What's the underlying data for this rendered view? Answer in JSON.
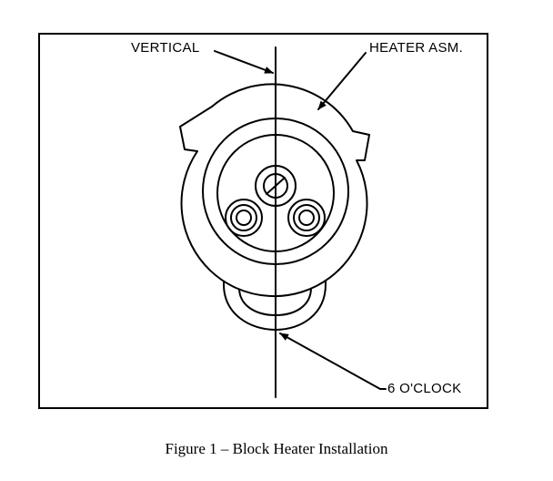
{
  "figure": {
    "labels": {
      "vertical": "VERTICAL",
      "heater_asm": "HEATER ASM.",
      "six_oclock": "6 O'CLOCK"
    },
    "caption": "Figure 1 – Block Heater Installation"
  },
  "colors": {
    "ink": "#000000",
    "paper": "#ffffff"
  }
}
